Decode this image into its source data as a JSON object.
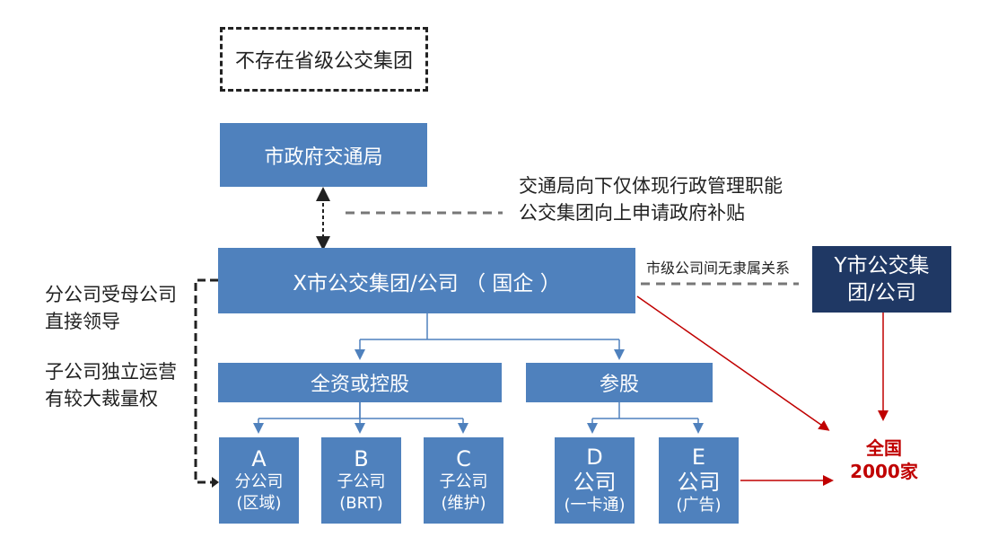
{
  "no_provincial_label": "不存在省级公交集团",
  "transport_bureau_label": "市政府交通局",
  "bureau_note": {
    "line1": "交通局向下仅体现行政管理职能",
    "line2": "公交集团向上申请政府补贴"
  },
  "x_group_label": "X市公交集团/公司 （ 国企 ）",
  "no_affiliation_label": "市级公司间无隶属关系",
  "y_group": {
    "line1": "Y市公交集",
    "line2": "团/公司"
  },
  "branch_note": {
    "line1": "分公司受母公司",
    "line2": "直接领导"
  },
  "subsidiary_note": {
    "line1": "子公司独立运营",
    "line2": "有较大裁量权"
  },
  "full_holding_label": "全资或控股",
  "equity_label": "参股",
  "units": [
    {
      "letter": "A",
      "line1": "分公司",
      "line2": "(区域)"
    },
    {
      "letter": "B",
      "line1": "子公司",
      "line2": "(BRT)"
    },
    {
      "letter": "C",
      "line1": "子公司",
      "line2": "(维护)"
    },
    {
      "letter": "D",
      "line1": "公司",
      "line2": "(一卡通)"
    },
    {
      "letter": "E",
      "line1": "公司",
      "line2": "(广告)"
    }
  ],
  "national_total": {
    "line1": "全国",
    "line2": "2000家"
  },
  "colors": {
    "box_blue": "#4f81bd",
    "box_dark": "#1f3864",
    "highlight_red": "#c00000"
  }
}
